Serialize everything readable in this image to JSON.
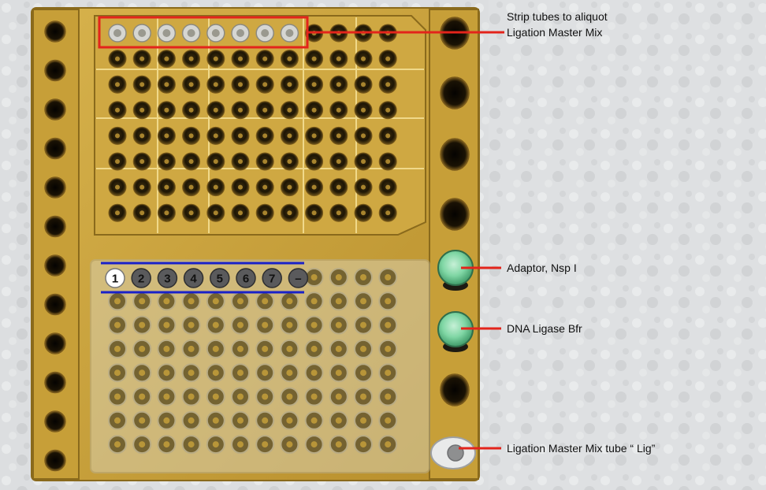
{
  "image": {
    "subject": "gold aluminum cooling block holding a 96-well plate, strip tubes and reagent tubes on crushed ice",
    "colors": {
      "block_gold": "#c9a23c",
      "block_shadow": "#8a6a1c",
      "ice": "#dcdee0",
      "highlight_box": "#e3241b",
      "guide_line": "#1a21c8",
      "callout_line": "#e3241b",
      "green_cap": "#7fd6a4"
    }
  },
  "strip_tubes": {
    "numbers": [
      "1",
      "2",
      "3",
      "4",
      "5",
      "6",
      "7",
      "–"
    ]
  },
  "callouts": [
    {
      "id": "strip",
      "lines": [
        "Strip tubes to aliquot",
        "Ligation Master Mix"
      ]
    },
    {
      "id": "adaptor",
      "lines": [
        "Adaptor, Nsp I"
      ]
    },
    {
      "id": "ligase",
      "lines": [
        "DNA Ligase Bfr"
      ]
    },
    {
      "id": "lig-tube",
      "lines": [
        "Ligation Master Mix tube “ Lig”"
      ]
    }
  ]
}
